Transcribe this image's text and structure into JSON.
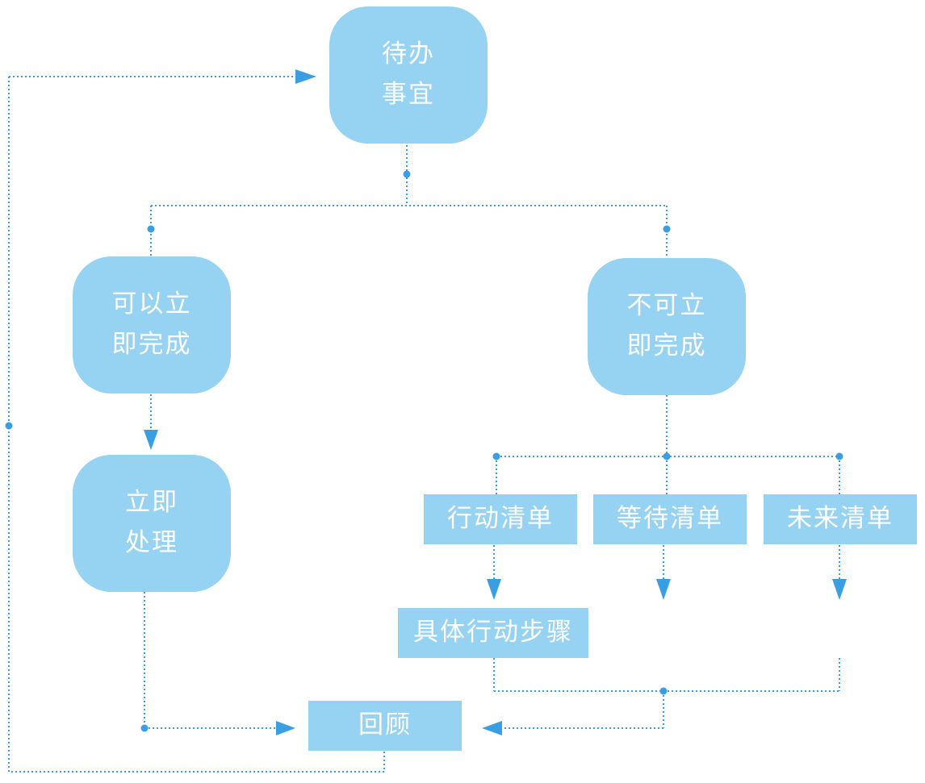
{
  "colors": {
    "node_fill": "#96d2f1",
    "node_text": "#ffffff",
    "connector": "#3a9ee2"
  },
  "nodes": {
    "todo": {
      "line1": "待办",
      "line2": "事宜"
    },
    "can_finish_now": {
      "line1": "可以立",
      "line2": "即完成"
    },
    "cannot_finish_now": {
      "line1": "不可立",
      "line2": "即完成"
    },
    "do_now": {
      "line1": "立即",
      "line2": "处理"
    },
    "action_list": {
      "label": "行动清单"
    },
    "waiting_list": {
      "label": "等待清单"
    },
    "future_list": {
      "label": "未来清单"
    },
    "action_steps": {
      "label": "具体行动步骤"
    },
    "review": {
      "label": "回顾"
    }
  }
}
